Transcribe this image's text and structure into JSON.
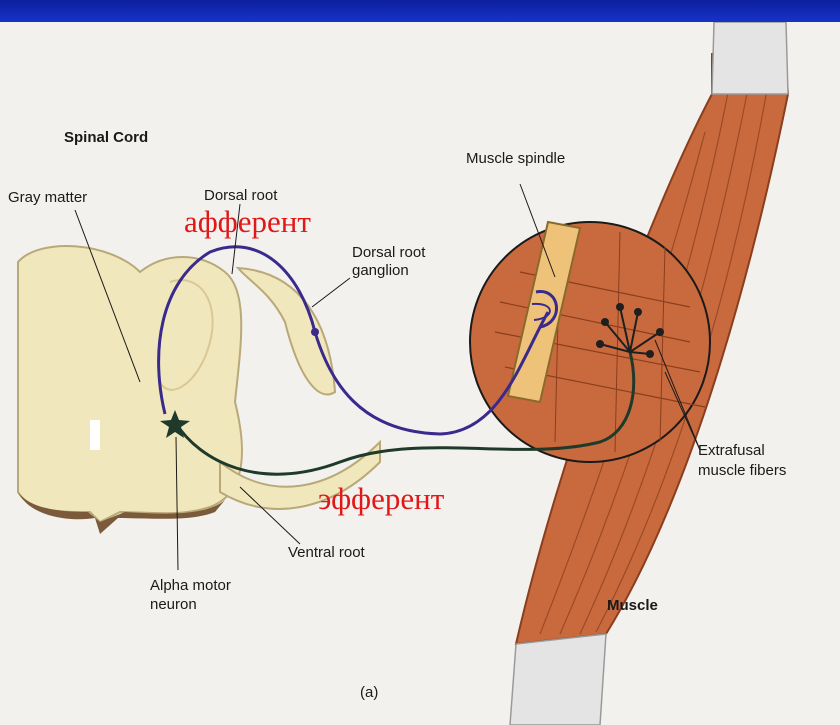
{
  "labels": {
    "spinal_cord": "Spinal Cord",
    "gray_matter": "Gray matter",
    "dorsal_root": "Dorsal root",
    "afferent": "афферент",
    "dorsal_root_ganglion_line1": "Dorsal root",
    "dorsal_root_ganglion_line2": "ganglion",
    "muscle_spindle": "Muscle spindle",
    "extrafusal_line1": "Extrafusal",
    "extrafusal_line2": "muscle fibers",
    "efferent": "эфферент",
    "ventral_root": "Ventral root",
    "alpha_motor_line1": "Alpha motor",
    "alpha_motor_line2": "neuron",
    "muscle": "Muscle",
    "panel": "(a)"
  },
  "colors": {
    "afferent_nerve": "#3a2a8c",
    "efferent_nerve": "#1f3a2a",
    "annotation_red": "#e01818",
    "muscle": "#c96a3e",
    "spinal_cord": "#f1e7bc",
    "tendon": "#e4e4e4"
  }
}
